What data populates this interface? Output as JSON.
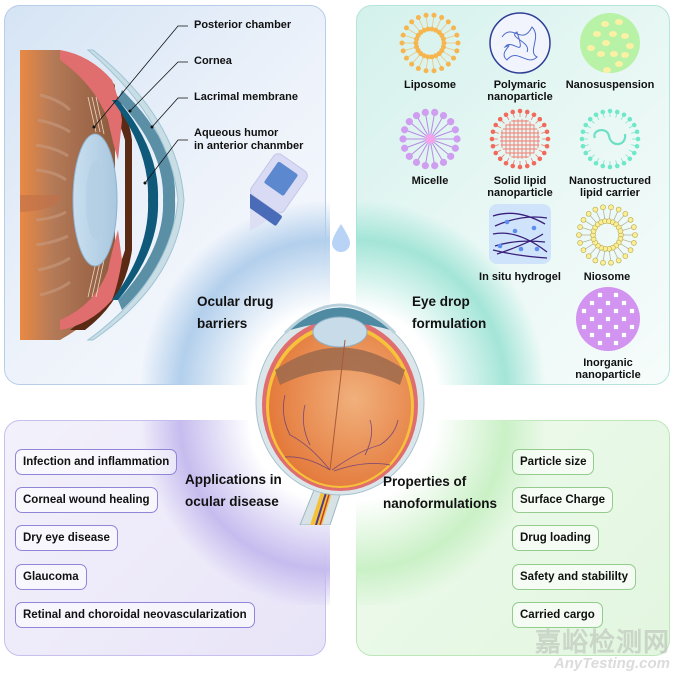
{
  "anatomy": {
    "labels": [
      "Posterior chamber",
      "Cornea",
      "Lacrimal membrane",
      "Aqueous humor\nin anterior chanmber"
    ],
    "label_line1": "Aqueous humor",
    "label_line2": "in anterior chanmber"
  },
  "sections": {
    "top_left": {
      "line1": "Ocular drug",
      "line2": "barriers"
    },
    "top_right": {
      "line1": "Eye drop",
      "line2": "formulation"
    },
    "bottom_left": {
      "line1": "Applications in",
      "line2": "ocular disease"
    },
    "bottom_right": {
      "line1": "Properties of",
      "line2": "nanoformulations"
    }
  },
  "nanoformulations": [
    {
      "line1": "Liposome",
      "line2": "",
      "icon": "liposome-icon"
    },
    {
      "line1": "Polymaric",
      "line2": "nanoparticle",
      "icon": "polymeric-nanoparticle-icon"
    },
    {
      "line1": "Nanosuspension",
      "line2": "",
      "icon": "nanosuspension-icon"
    },
    {
      "line1": "Micelle",
      "line2": "",
      "icon": "micelle-icon"
    },
    {
      "line1": "Solid lipid",
      "line2": "nanoparticle",
      "icon": "solid-lipid-nanoparticle-icon"
    },
    {
      "line1": "Nanostructured",
      "line2": "lipid carrier",
      "icon": "nanostructured-lipid-carrier-icon"
    },
    {
      "line1": "In situ hydrogel",
      "line2": "",
      "icon": "hydrogel-icon"
    },
    {
      "line1": "Niosome",
      "line2": "",
      "icon": "niosome-icon"
    },
    {
      "line1": "Inorganic",
      "line2": "nanoparticle",
      "icon": "inorganic-nanoparticle-icon"
    }
  ],
  "applications": [
    "Infection and inflammation",
    "Corneal wound healing",
    "Dry eye disease",
    "Glaucoma",
    "Retinal and choroidal neovascularization"
  ],
  "properties": [
    "Particle size",
    "Surface Charge",
    "Drug loading",
    "Safety and stabililty",
    "Carried cargo"
  ],
  "watermark": {
    "cn": "嘉峪检测网",
    "en": "AnyTesting.com"
  },
  "colors": {
    "blue_panel": "#d5e4f4",
    "teal_panel": "#d4f1ec",
    "purple_panel": "#e8e4f8",
    "green_panel": "#e2f6df"
  }
}
